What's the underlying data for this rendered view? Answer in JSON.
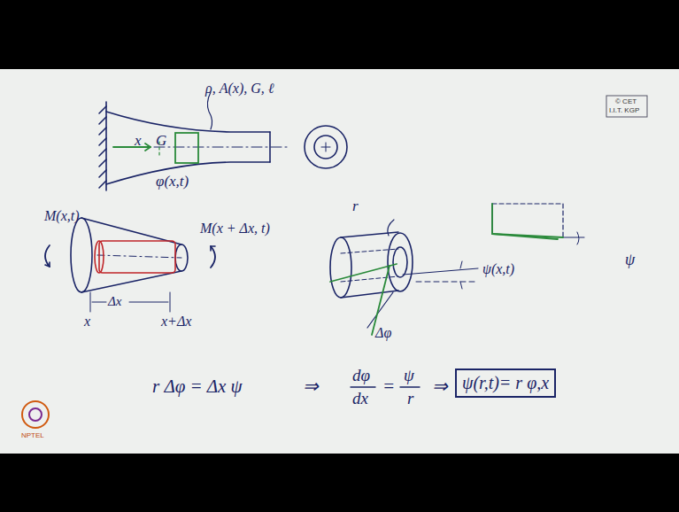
{
  "diagram": {
    "nodes": [
      {
        "text": [
          "ψ(r,t)= r φ,x"
        ]
      }
    ],
    "labels": [
      "ρ, A(x), G, ℓ",
      "x",
      "G",
      "φ(x,t)",
      "M(x,t)",
      "M(x + Δx, t)",
      "Δx",
      "x",
      "x+Δx",
      "r",
      "ψ(x,t)",
      "Δφ",
      "ψ",
      "r Δφ = Δx ψ",
      "⇒",
      "dφ",
      "dx",
      "=",
      "ψ",
      "r",
      "⇒",
      "© CET",
      "I.I.T. KGP",
      "NPTEL"
    ]
  }
}
